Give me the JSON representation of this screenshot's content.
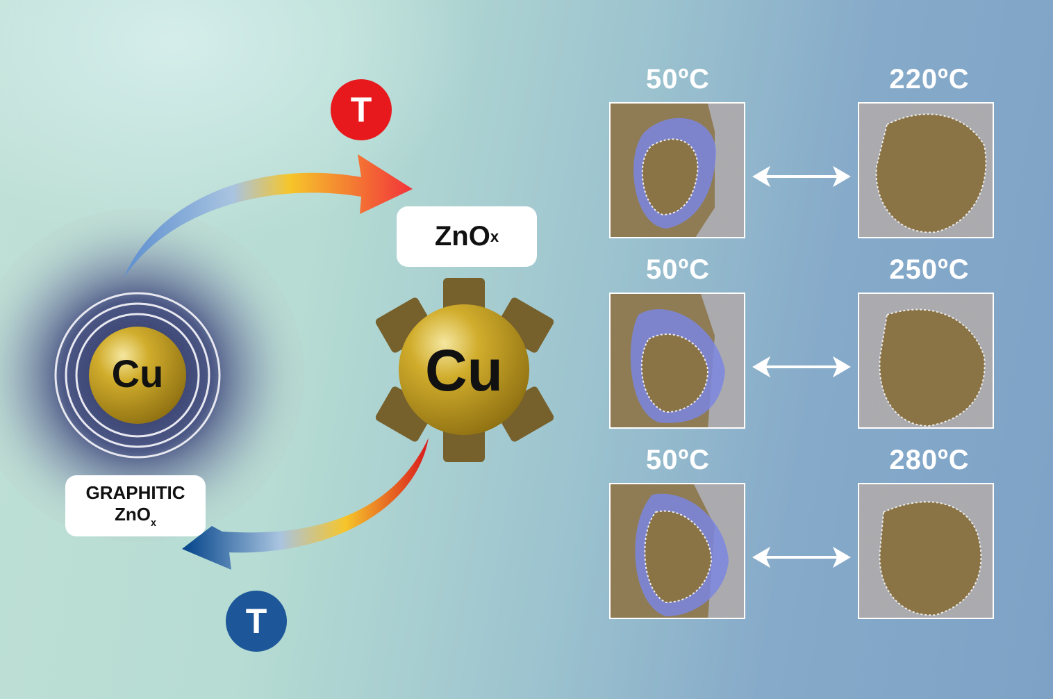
{
  "left": {
    "core_label": "Cu",
    "shell_label_line1": "GRAPHITIC",
    "shell_label_line2": "ZnO",
    "shell_label_sub": "x"
  },
  "center": {
    "core_label": "Cu",
    "oxide_label": "ZnO",
    "oxide_sub": "x"
  },
  "badges": {
    "heat_label": "T",
    "heat_color": "#e8191c",
    "cool_label": "T",
    "cool_color": "#1e5799"
  },
  "tem_rows": [
    {
      "left_temp": "50ºC",
      "right_temp": "220ºC"
    },
    {
      "left_temp": "50ºC",
      "right_temp": "250ºC"
    },
    {
      "left_temp": "50ºC",
      "right_temp": "280ºC"
    }
  ],
  "colors": {
    "copper": "#b8941a",
    "oxide_spokes": "#76602c",
    "shell_overlay": "#7b86e0",
    "particle": "#8a7345"
  }
}
